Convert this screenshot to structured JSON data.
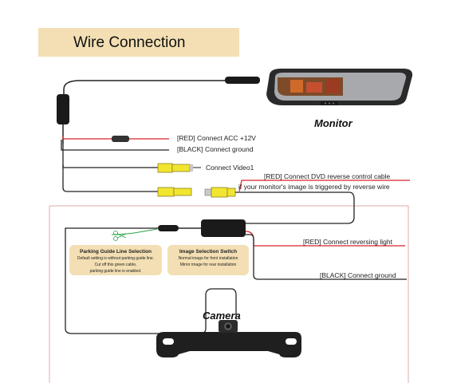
{
  "title": "Wire Connection",
  "labels": {
    "monitor": "Monitor",
    "camera": "Camera",
    "red_acc": "[RED] Connect ACC +12V",
    "black_ground_top": "[BLACK] Connect ground",
    "connect_video": "Connect Video1",
    "red_dvd": "[RED] Connect DVD reverse control cable",
    "trigger_note": "if your monitor's image is triggered by reverse wire",
    "red_reversing": "[RED] Connect reversing light",
    "black_ground_bottom": "[BLACK] Connect ground"
  },
  "notes": {
    "parking": {
      "heading": "Parking Guide Line Selection",
      "line1": "Default setting is without parking guide line.",
      "line2": "Cut off this green cable,",
      "line3": "parking guide line is enabled."
    },
    "image": {
      "heading": "Image Selection Switch",
      "line1": "Normal image for front installation",
      "line2": "Mirror image for rear installation"
    }
  },
  "colors": {
    "title_bg": "#f3dfb3",
    "red_wire": "#d8232a",
    "black_wire": "#222222",
    "rca_yellow": "#f2e530",
    "guide_border": "#e3a9a9",
    "green_wire": "#2aa34a"
  }
}
